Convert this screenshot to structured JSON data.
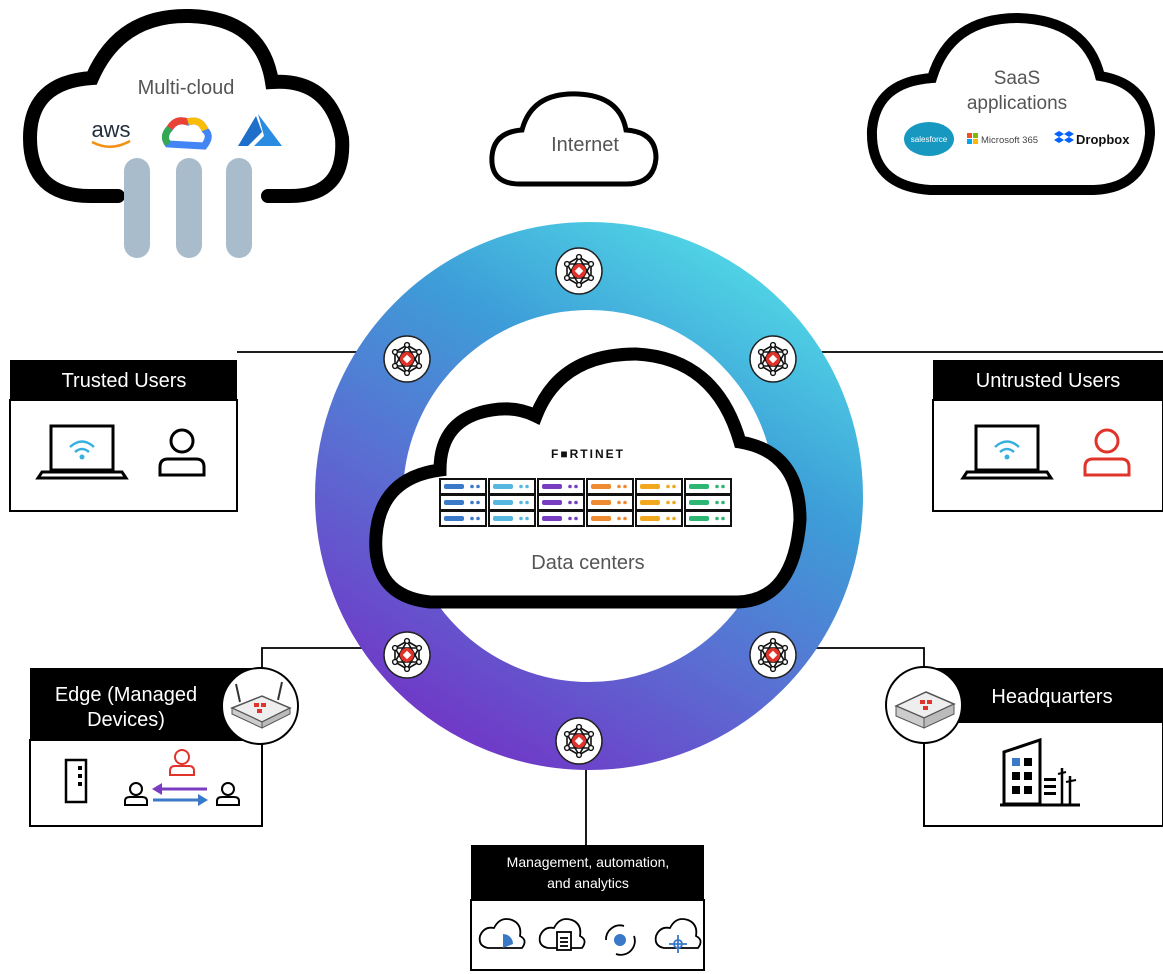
{
  "clouds": {
    "multicloud": {
      "label": "Multi-cloud",
      "providers": [
        "aws",
        "Google Cloud",
        "Azure"
      ]
    },
    "internet": {
      "label": "Internet"
    },
    "saas": {
      "label_line1": "SaaS",
      "label_line2": "applications",
      "apps": [
        "salesforce",
        "Microsoft 365",
        "Dropbox"
      ]
    },
    "datacenter": {
      "brand": "F■RTINET",
      "label": "Data centers"
    }
  },
  "boxes": {
    "trusted_users": {
      "title": "Trusted Users"
    },
    "untrusted_users": {
      "title": "Untrusted Users"
    },
    "edge": {
      "title_line1": "Edge (Managed",
      "title_line2": "Devices)"
    },
    "headquarters": {
      "title": "Headquarters"
    },
    "management": {
      "title_line1": "Management, automation,",
      "title_line2": "and analytics"
    }
  },
  "colors": {
    "ring_start": "#7a2fc0",
    "ring_mid": "#3f7fd0",
    "ring_end": "#5ad8e6",
    "fortinet_red": "#e0342b",
    "cloud_pillar": "#a9bccb",
    "server_accents": [
      "#3a78c8",
      "#55b8e0",
      "#7a3cc0",
      "#f08a30",
      "#f2a81d",
      "#2bb673"
    ]
  },
  "icons": {
    "ring_nodes": [
      "security-fabric-icon",
      "security-fabric-icon",
      "security-fabric-icon",
      "security-fabric-icon",
      "security-fabric-icon",
      "security-fabric-icon"
    ],
    "management": [
      "cloud-analytics-icon",
      "cloud-document-icon",
      "automation-gear-icon",
      "cloud-settings-icon"
    ]
  }
}
